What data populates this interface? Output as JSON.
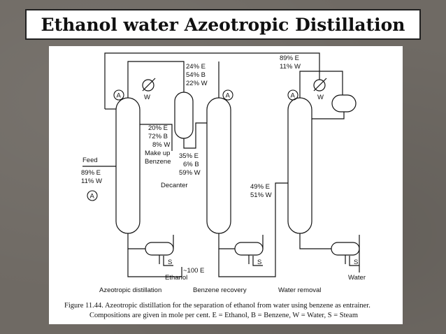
{
  "title": "Ethanol water Azeotropic Distillation",
  "diagram": {
    "compositions": {
      "feed_label": "Feed",
      "feed_e": "89% E",
      "feed_w": "11% W",
      "top_e": "24% E",
      "top_b": "54% B",
      "top_w": "22% W",
      "reflux_e": "20% E",
      "reflux_b": "72% B",
      "reflux_w": "8% W",
      "makeup_1": "Make up",
      "makeup_2": "Benzene",
      "decanter_e": "35% E",
      "decanter_b": "6% B",
      "decanter_w": "59% W",
      "recycle_e": "89% E",
      "recycle_w": "11% W",
      "recovery_e": "49% E",
      "recovery_w": "51% W",
      "ethanol_bottoms": "~100 E"
    },
    "labels": {
      "decanter": "Decanter",
      "ethanol": "Ethanol",
      "water": "Water",
      "steam": "S",
      "cooling_water": "W",
      "stream_a": "A"
    },
    "columns": {
      "col1": "Azeotropic distillation",
      "col2": "Benzene recovery",
      "col3": "Water removal"
    },
    "caption_line1": "Figure 11.44.   Azeotropic distillation for the separation of ethanol from water using benzene as entrainer.",
    "caption_line2": "Compositions are given in mole per cent. E = Ethanol, B = Benzene, W = Water, S = Steam"
  }
}
